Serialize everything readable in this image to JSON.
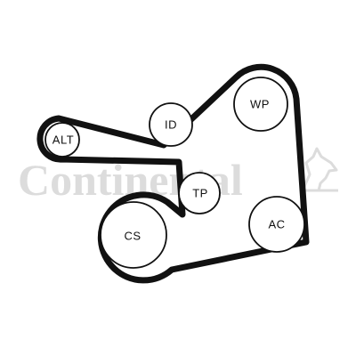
{
  "watermark": {
    "brand": "Continental",
    "color": "#dcdcdc"
  },
  "belt": {
    "color": "#111111"
  },
  "pulleys": [
    {
      "key": "alt",
      "label": "ALT"
    },
    {
      "key": "id",
      "label": "ID"
    },
    {
      "key": "wp",
      "label": "WP"
    },
    {
      "key": "tp",
      "label": "TP"
    },
    {
      "key": "cs",
      "label": "CS"
    },
    {
      "key": "ac",
      "label": "AC"
    }
  ]
}
